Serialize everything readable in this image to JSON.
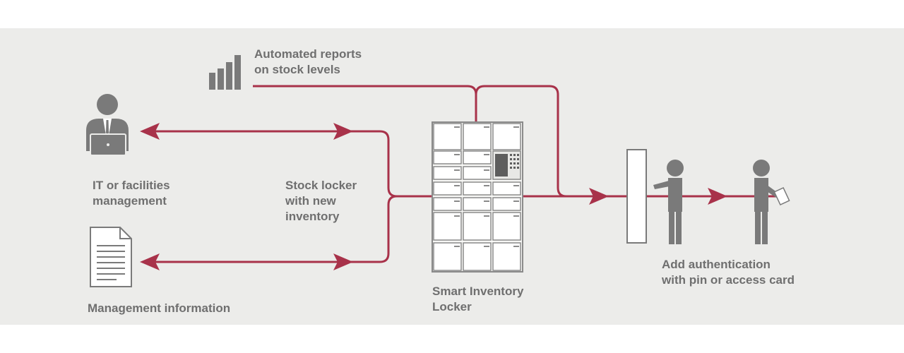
{
  "labels": {
    "reports": [
      "Automated reports",
      "on stock levels"
    ],
    "it": [
      "IT or facilities",
      "management"
    ],
    "stock": [
      "Stock locker",
      "with new",
      "inventory"
    ],
    "mgmt": [
      "Management information"
    ],
    "locker": [
      "Smart Inventory",
      "Locker"
    ],
    "auth": [
      "Add authentication",
      "with pin or access card"
    ]
  },
  "colors": {
    "line": "#a8324a",
    "panel": "#ececea",
    "text": "#6f6f6f",
    "icon": "#7a7a7a",
    "locker_fill": "#f7f7f5",
    "locker_stroke": "#8a8a8a",
    "keypad": "#5e5e5e"
  },
  "icons": [
    "bar-chart-icon",
    "user-laptop-icon",
    "document-icon",
    "smart-locker-icon",
    "access-door-icon",
    "person-at-door-icon",
    "person-with-card-icon"
  ]
}
